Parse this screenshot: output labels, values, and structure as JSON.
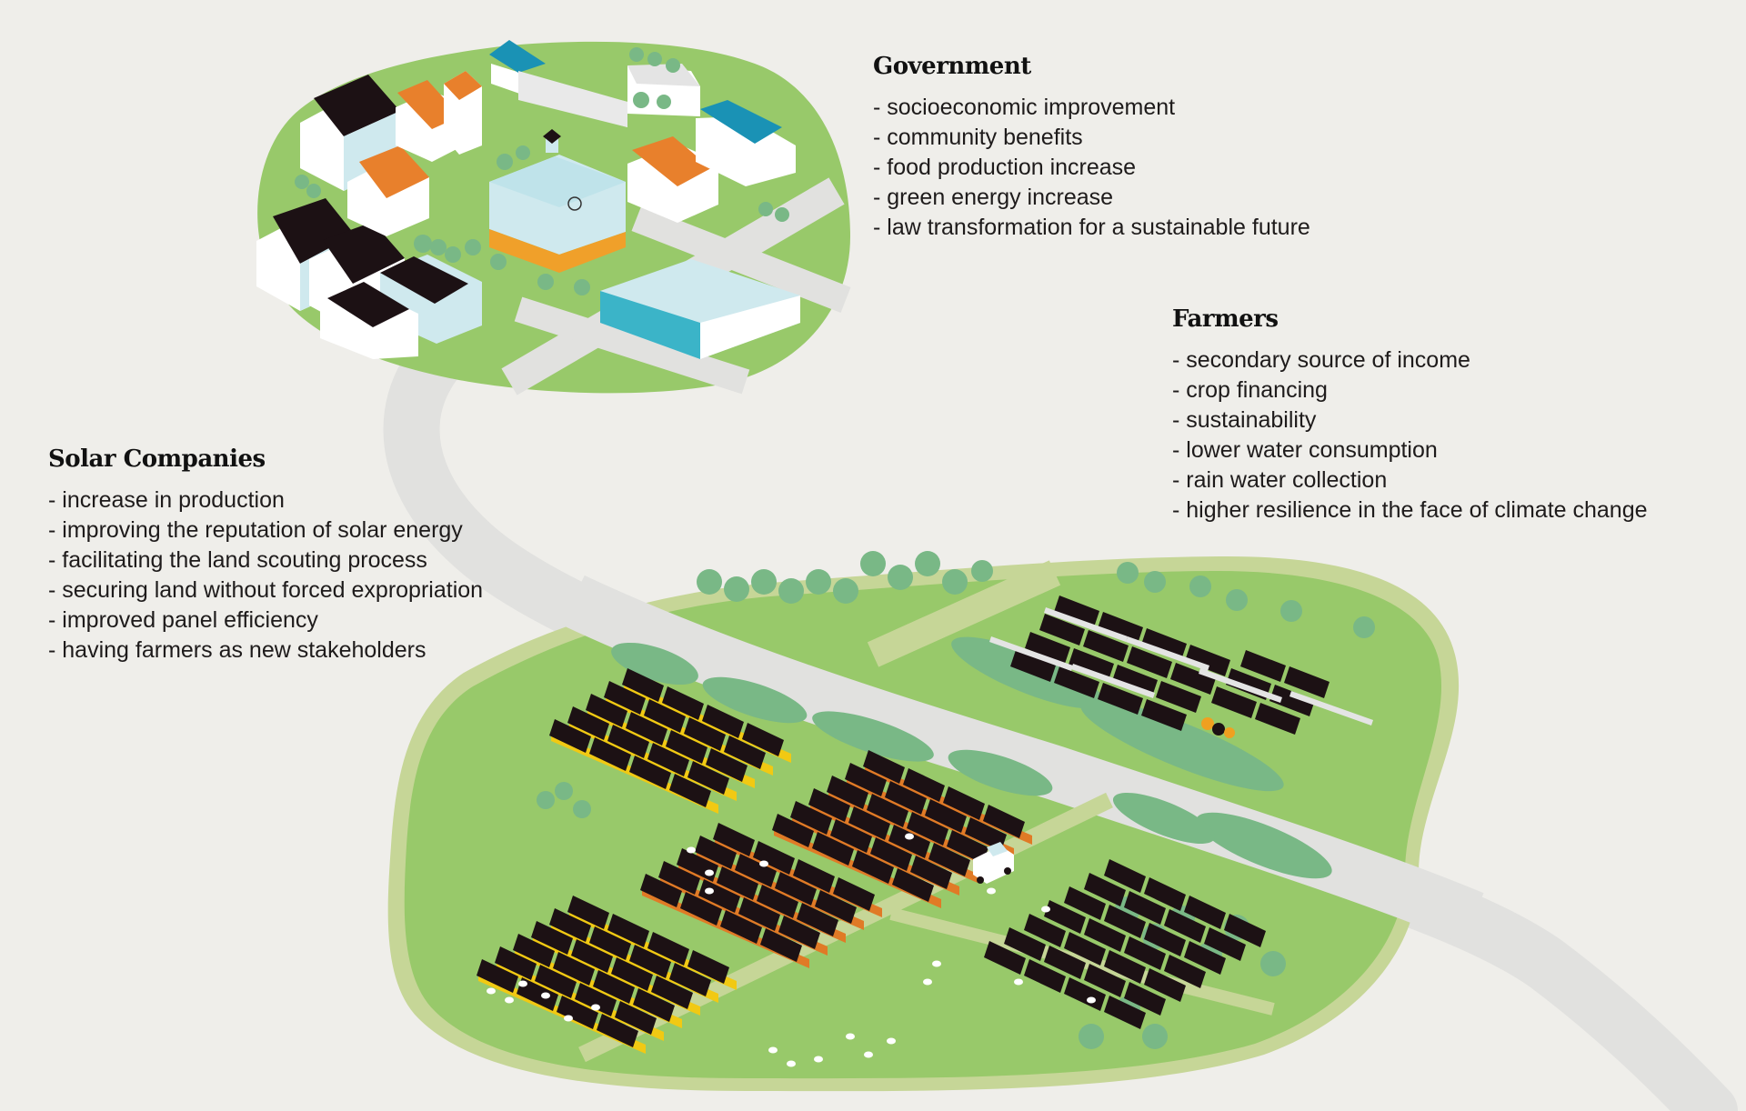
{
  "illustration": {
    "subject": "Agrivoltaic landscape: village connected by a road to solar farms with crops, sheep and trees",
    "colors": {
      "background": "#efeeea",
      "field_green": "#98c96a",
      "field_pale": "#c6d697",
      "tree_green": "#79b886",
      "tree_trunk": "#8a4a2a",
      "road": "#e1e1df",
      "panel": "#1c1114",
      "crop_yellow": "#f1c913",
      "crop_orange": "#e07a26",
      "roof_black": "#1c1114",
      "roof_orange": "#e8802c",
      "roof_blue": "#1a92b5",
      "wall_white": "#ffffff",
      "wall_light_blue": "#cfe9ee",
      "town_hall_orange": "#f0a02a",
      "hall_glass": "#3bb4c8"
    }
  },
  "stakeholders": {
    "government": {
      "title": "Government",
      "items": [
        "socioeconomic improvement",
        "community benefits",
        "food production increase",
        "green energy increase",
        "law transformation for a sustainable future"
      ]
    },
    "farmers": {
      "title": "Farmers",
      "items": [
        "secondary source of income",
        "crop financing",
        "sustainability",
        "lower water consumption",
        "rain water collection",
        "higher resilience in the face of climate change"
      ]
    },
    "solar_companies": {
      "title": "Solar Companies",
      "items": [
        "increase in production",
        "improving the reputation of solar energy",
        "facilitating the land scouting process",
        "securing land without forced expropriation",
        "improved panel efficiency",
        "having farmers as new stakeholders"
      ]
    }
  }
}
